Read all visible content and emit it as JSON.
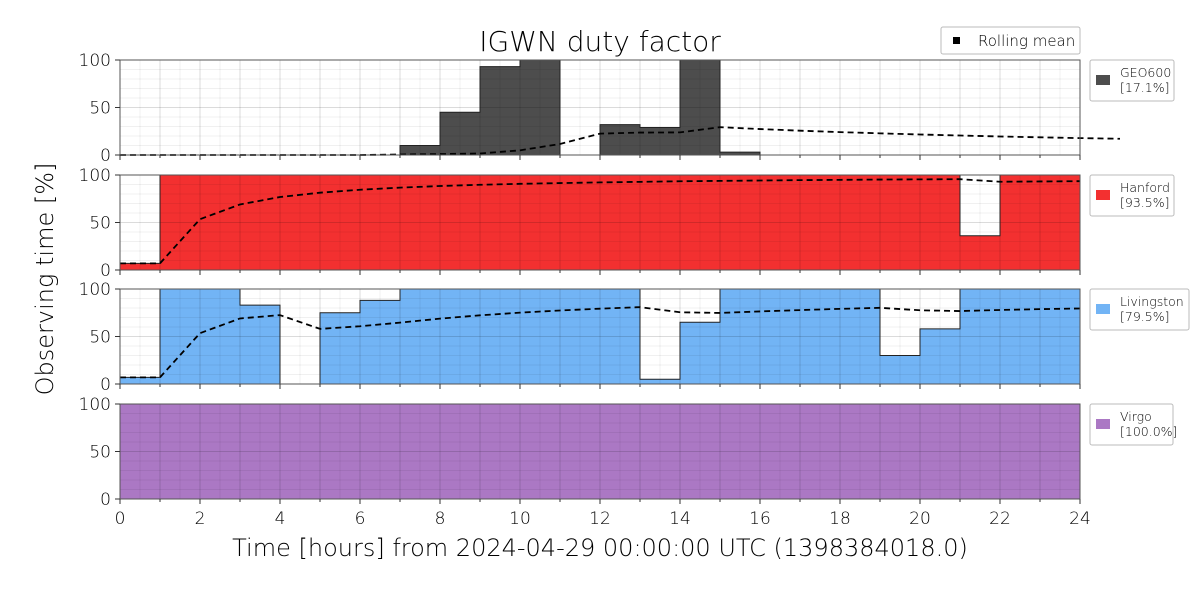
{
  "chart_data": {
    "type": "bar",
    "title": "IGWN duty factor",
    "xlabel": "Time [hours] from 2024-04-29 00:00:00 UTC (1398384018.0)",
    "ylabel": "Observing time [%]",
    "xlim": [
      0,
      24
    ],
    "ylim": [
      0,
      100
    ],
    "x_ticks": [
      0,
      2,
      4,
      6,
      8,
      10,
      12,
      14,
      16,
      18,
      20,
      22,
      24
    ],
    "y_ticks": [
      0,
      50,
      100
    ],
    "grid": true,
    "mean_legend": {
      "label": "Rolling mean",
      "placement": "top-right"
    },
    "series": [
      {
        "name": "GEO600",
        "legend_label": "GEO600\n[17.1%]",
        "color": "#4d4d4d",
        "bin_width_hours": 1,
        "values": [
          0,
          0,
          0,
          0,
          0,
          0,
          0,
          10,
          45,
          93,
          100,
          0,
          32,
          29,
          100,
          3,
          0,
          0,
          0,
          0,
          0,
          0,
          0,
          0
        ],
        "rolling_mean": [
          0,
          0,
          0,
          0,
          0,
          0,
          0,
          0.5,
          1,
          1.6,
          4.9,
          11.6,
          22.5,
          23.6,
          23.8,
          29.3,
          27.3,
          25.6,
          24.1,
          22.8,
          21.6,
          20.5,
          19.5,
          18.6,
          17.8,
          17.1
        ]
      },
      {
        "name": "Hanford",
        "legend_label": "Hanford\n[93.5%]",
        "color": "#f33030",
        "bin_width_hours": 1,
        "values": [
          7,
          100,
          100,
          100,
          100,
          100,
          100,
          100,
          100,
          100,
          100,
          100,
          100,
          100,
          100,
          100,
          100,
          100,
          100,
          100,
          100,
          36,
          100,
          100
        ],
        "rolling_mean": [
          7,
          7,
          53.5,
          69,
          76.8,
          81.4,
          84.5,
          86.7,
          88.4,
          89.7,
          90.7,
          91.5,
          92.2,
          92.8,
          93.4,
          93.8,
          94.2,
          94.6,
          94.9,
          95.2,
          95.4,
          95.6,
          92.9,
          93.2,
          93.5
        ]
      },
      {
        "name": "Livingston",
        "legend_label": "Livingston\n[79.5%]",
        "color": "#72b4f5",
        "bin_width_hours": 1,
        "values": [
          7,
          100,
          100,
          83,
          0,
          75,
          88,
          100,
          100,
          100,
          100,
          100,
          100,
          5,
          65,
          100,
          100,
          100,
          100,
          30,
          58,
          100,
          100,
          100
        ],
        "rolling_mean": [
          7,
          7,
          53.5,
          69,
          72.5,
          58,
          60.8,
          64.6,
          68.8,
          72.3,
          75.1,
          77.4,
          79.3,
          80.9,
          75.5,
          74.8,
          76.4,
          77.8,
          79.1,
          80.2,
          77.6,
          76.8,
          77.9,
          78.8,
          79.5
        ]
      },
      {
        "name": "Virgo",
        "legend_label": "Virgo\n[100.0%]",
        "color": "#ab78c4",
        "bin_width_hours": 1,
        "values": [
          100,
          100,
          100,
          100,
          100,
          100,
          100,
          100,
          100,
          100,
          100,
          100,
          100,
          100,
          100,
          100,
          100,
          100,
          100,
          100,
          100,
          100,
          100,
          100
        ],
        "rolling_mean": []
      }
    ]
  }
}
